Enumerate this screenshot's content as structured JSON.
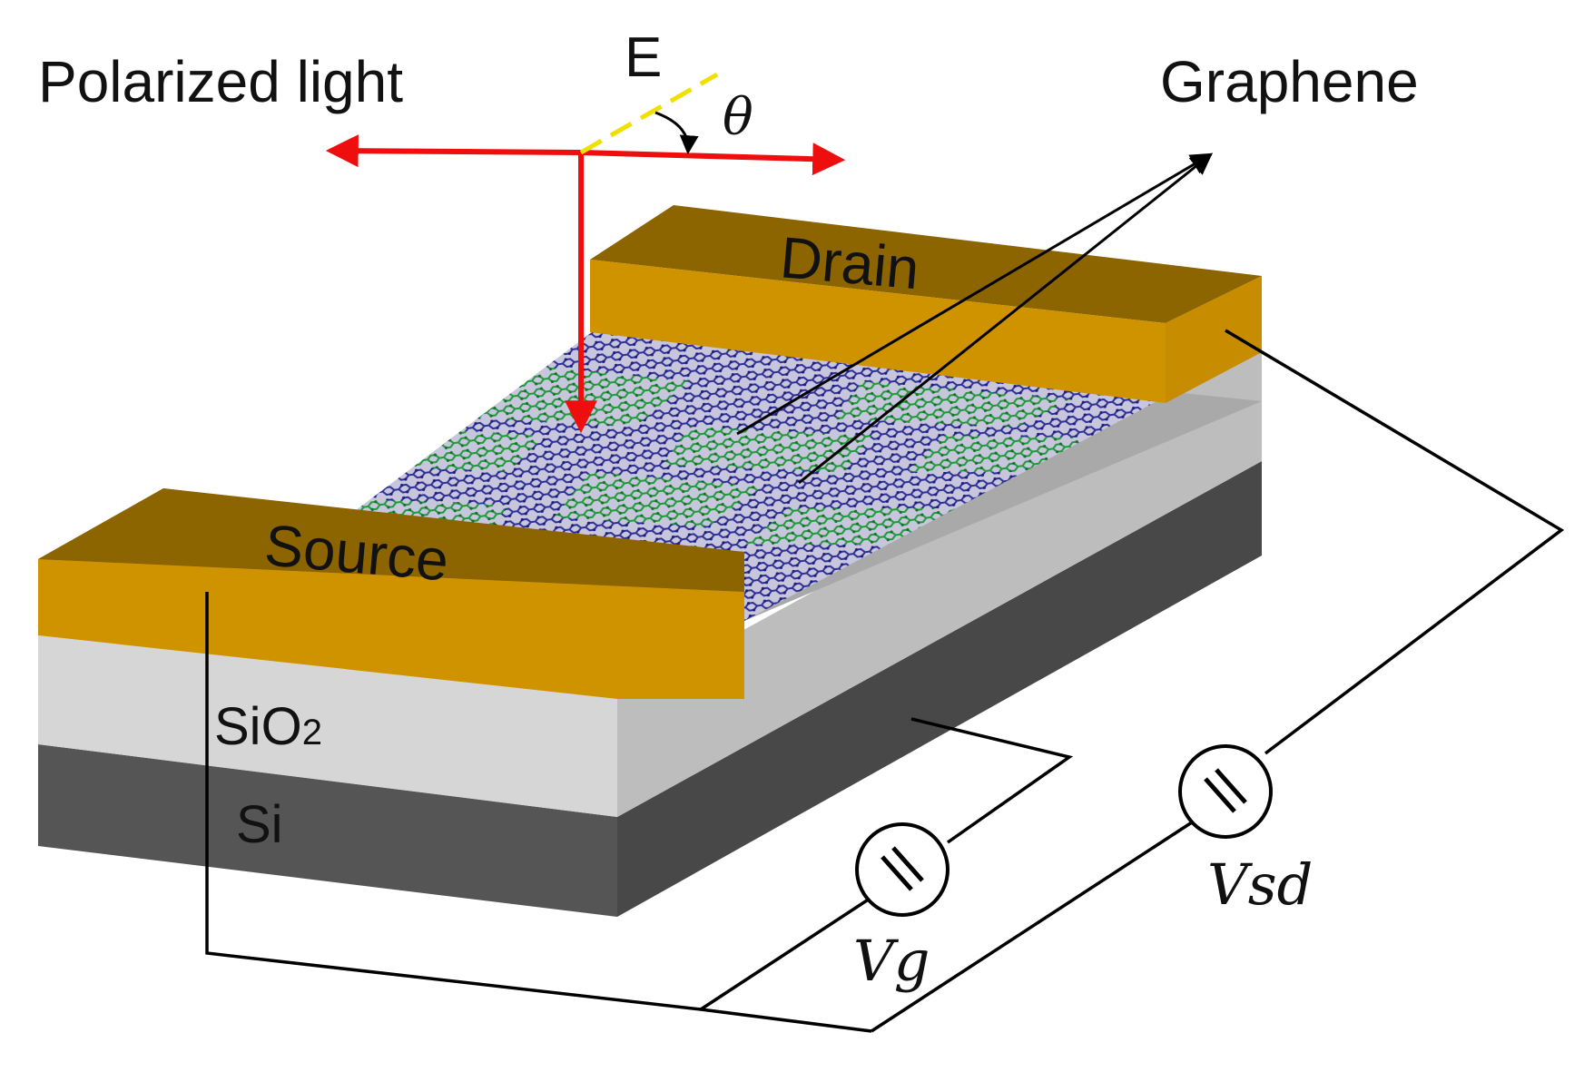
{
  "labels": {
    "polarized_light": "Polarized  light",
    "e_field": "E",
    "theta": "θ",
    "graphene": "Graphene",
    "drain": "Drain",
    "source": "Source",
    "sio2_base": "SiO",
    "sio2_sub": "2",
    "si": "Si",
    "vg": "Vg",
    "vsd": "Vsd"
  },
  "colors": {
    "gold_top": "#8c6400",
    "gold_front": "#cf9300",
    "gold_side": "#c88c00",
    "sio2_front": "#d6d6d6",
    "sio2_side": "#bdbdbd",
    "si_front": "#555555",
    "si_side": "#484848",
    "graphene_base": "#c4c2d8",
    "lattice_blue": "#2e2f96",
    "lattice_green": "#1f9a3a",
    "light_ray": "#ee0e0e",
    "e_field": "#f0e000",
    "wire": "#000000"
  },
  "icons": {
    "vg_source": "voltage-source-icon",
    "vsd_source": "voltage-source-icon"
  }
}
